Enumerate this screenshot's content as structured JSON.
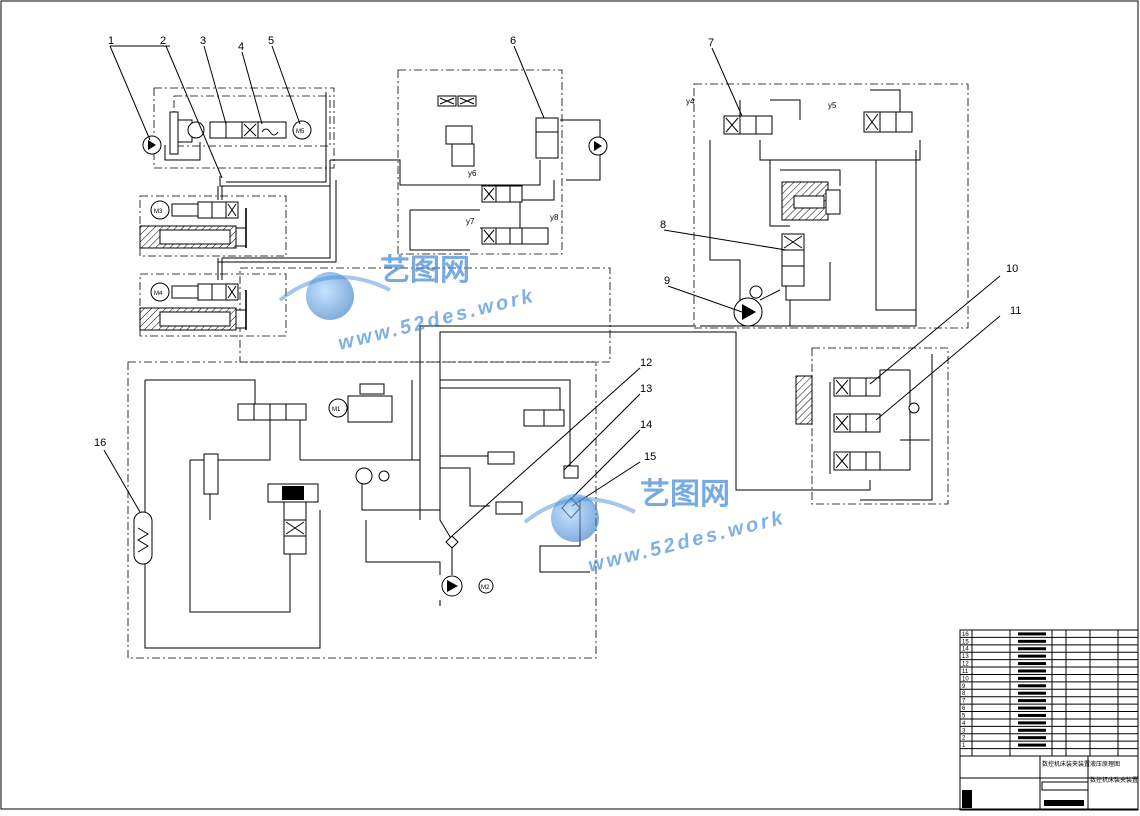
{
  "drawing": {
    "part_labels": [
      "1",
      "2",
      "3",
      "4",
      "5",
      "6",
      "7",
      "8",
      "9",
      "10",
      "11",
      "12",
      "13",
      "14",
      "15",
      "16"
    ],
    "solenoid_labels": [
      "y4",
      "y5",
      "y6",
      "y7",
      "y8"
    ],
    "motor_labels": [
      "M1",
      "M2",
      "M3",
      "M4",
      "M5"
    ]
  },
  "watermark": {
    "brand": "艺图网",
    "url": "www.52des.work"
  },
  "title_block": {
    "title_upper": "数控机床装夹装置液压原理图",
    "title_lower": "数控机床装夹装置",
    "row_numbers": [
      "16",
      "15",
      "14",
      "13",
      "12",
      "11",
      "10",
      "9",
      "8",
      "7",
      "6",
      "5",
      "4",
      "3",
      "2",
      "1"
    ]
  }
}
